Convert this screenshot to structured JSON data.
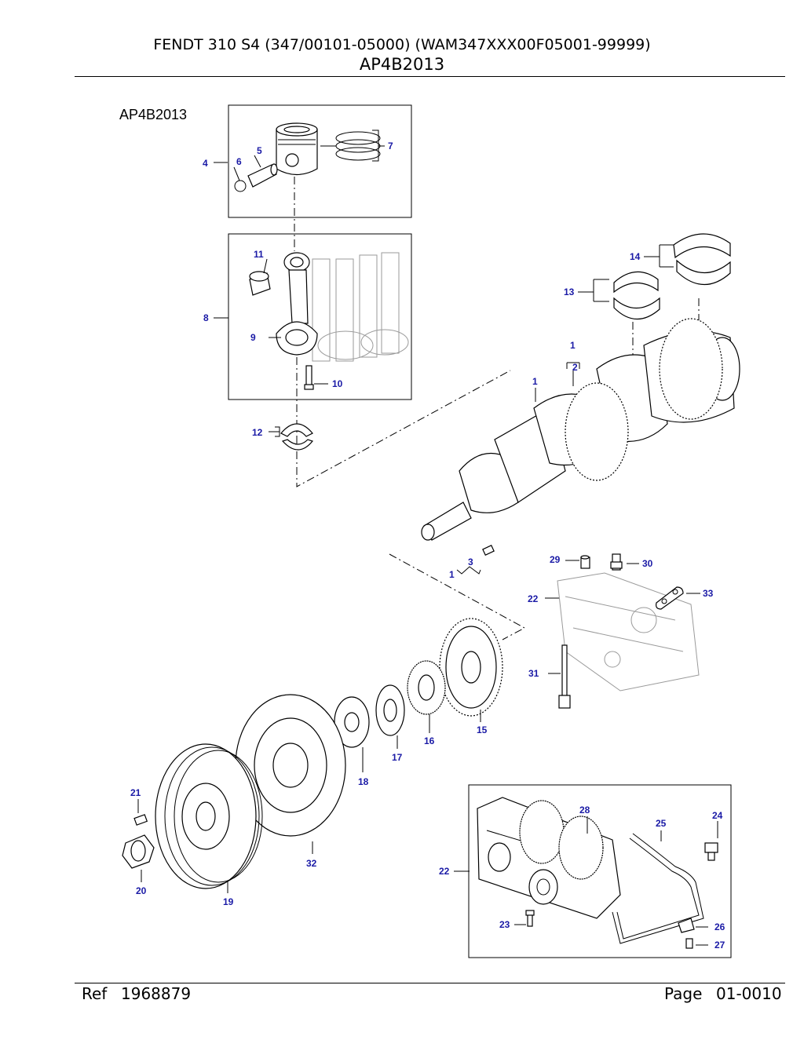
{
  "header": {
    "title": "FENDT 310 S4  (347/00101-05000) (WAM347XXX00F05001-99999)",
    "subtitle": "AP4B2013"
  },
  "diagram": {
    "label": "AP4B2013",
    "callouts": {
      "c1a": "1",
      "c1b": "1",
      "c1c": "1",
      "c2": "2",
      "c3": "3",
      "c4": "4",
      "c5": "5",
      "c6": "6",
      "c7": "7",
      "c8": "8",
      "c9": "9",
      "c10": "10",
      "c11": "11",
      "c12": "12",
      "c13": "13",
      "c14": "14",
      "c15": "15",
      "c16": "16",
      "c17": "17",
      "c18": "18",
      "c19": "19",
      "c20": "20",
      "c21": "21",
      "c22a": "22",
      "c22b": "22",
      "c23": "23",
      "c24": "24",
      "c25": "25",
      "c26": "26",
      "c27": "27",
      "c28": "28",
      "c29": "29",
      "c30": "30",
      "c31": "31",
      "c32": "32",
      "c33": "33"
    },
    "callout_color": "#1a1aa6"
  },
  "footer": {
    "ref_label": "Ref",
    "ref_value": "1968879",
    "page_label": "Page",
    "page_value": "01-0010"
  }
}
